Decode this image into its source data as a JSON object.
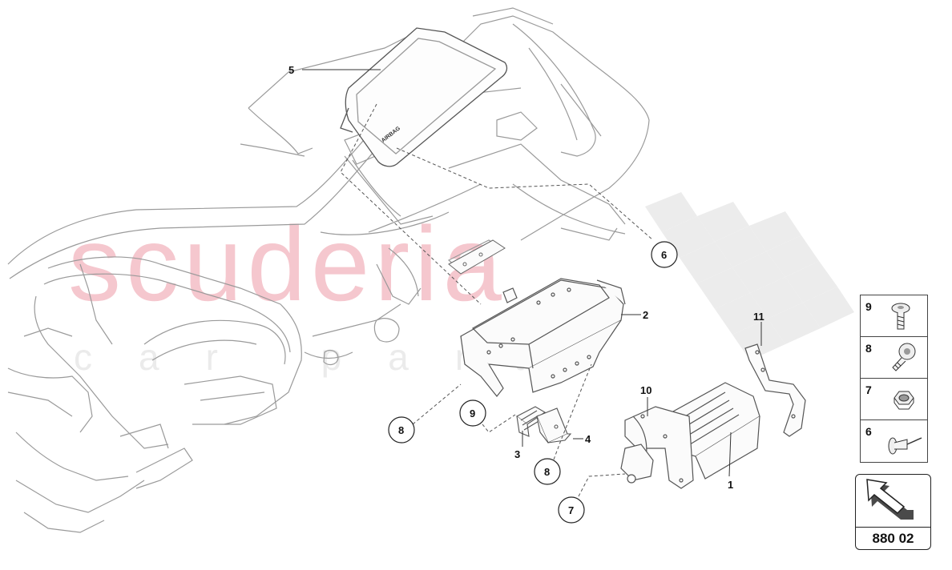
{
  "watermark": {
    "brand": "scuderia",
    "sub": "car parts",
    "color": "#f5c7ce"
  },
  "callouts": {
    "c1": "1",
    "c2": "2",
    "c3": "3",
    "c4": "4",
    "c5": "5",
    "c6": "6",
    "c7": "7",
    "c8a": "8",
    "c8b": "8",
    "c9": "9",
    "c10": "10",
    "c11": "11"
  },
  "airbag_text": "AIRBAG",
  "legend": [
    {
      "num": "9",
      "icon": "bolt-icon"
    },
    {
      "num": "8",
      "icon": "screw-icon"
    },
    {
      "num": "7",
      "icon": "nut-icon"
    },
    {
      "num": "6",
      "icon": "rivet-icon"
    }
  ],
  "reference": {
    "code": "880 02"
  },
  "colors": {
    "line": "#8a8a8a",
    "dark": "#222222",
    "arrow": "#5a5a5a"
  }
}
